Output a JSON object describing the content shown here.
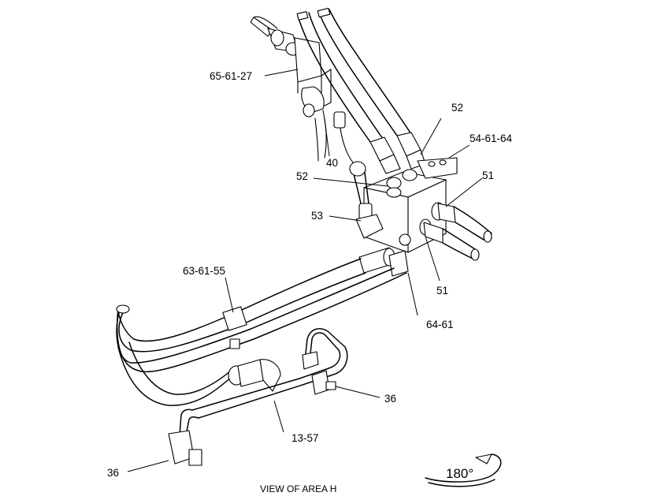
{
  "caption": "VIEW OF AREA  H",
  "rotation": "180°",
  "callouts": [
    {
      "id": "c1",
      "text": "65-61-27"
    },
    {
      "id": "c2",
      "text": "52"
    },
    {
      "id": "c3",
      "text": "54-61-64"
    },
    {
      "id": "c4",
      "text": "40"
    },
    {
      "id": "c5",
      "text": "52"
    },
    {
      "id": "c6",
      "text": "51"
    },
    {
      "id": "c7",
      "text": "53"
    },
    {
      "id": "c8",
      "text": "63-61-55"
    },
    {
      "id": "c9",
      "text": "51"
    },
    {
      "id": "c10",
      "text": "64-61"
    },
    {
      "id": "c11",
      "text": "36"
    },
    {
      "id": "c12",
      "text": "13-57"
    },
    {
      "id": "c13",
      "text": "36"
    }
  ]
}
